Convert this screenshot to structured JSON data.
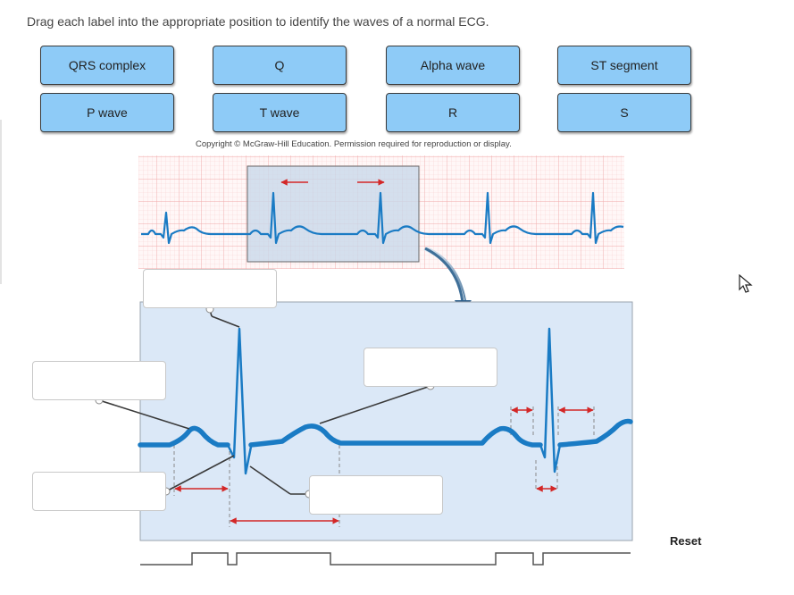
{
  "instruction": "Drag each label into the appropriate position to identify the waves of a normal ECG.",
  "labels": [
    "QRS complex",
    "Q",
    "Alpha wave",
    "ST segment",
    "P wave",
    "T wave",
    "R",
    "S"
  ],
  "copyright": "Copyright © McGraw-Hill Education. Permission required for reproduction or display.",
  "reset_label": "Reset",
  "colors": {
    "label_fill": "#8ecbf7",
    "ecg_trace": "#1a7bc4",
    "panel_fill": "#dbe8f7",
    "grid": "#f4b9b9",
    "arrow": "#d32727"
  },
  "icons": {
    "cursor": "mouse-pointer-icon",
    "zoom": "curved-arrow-icon"
  }
}
